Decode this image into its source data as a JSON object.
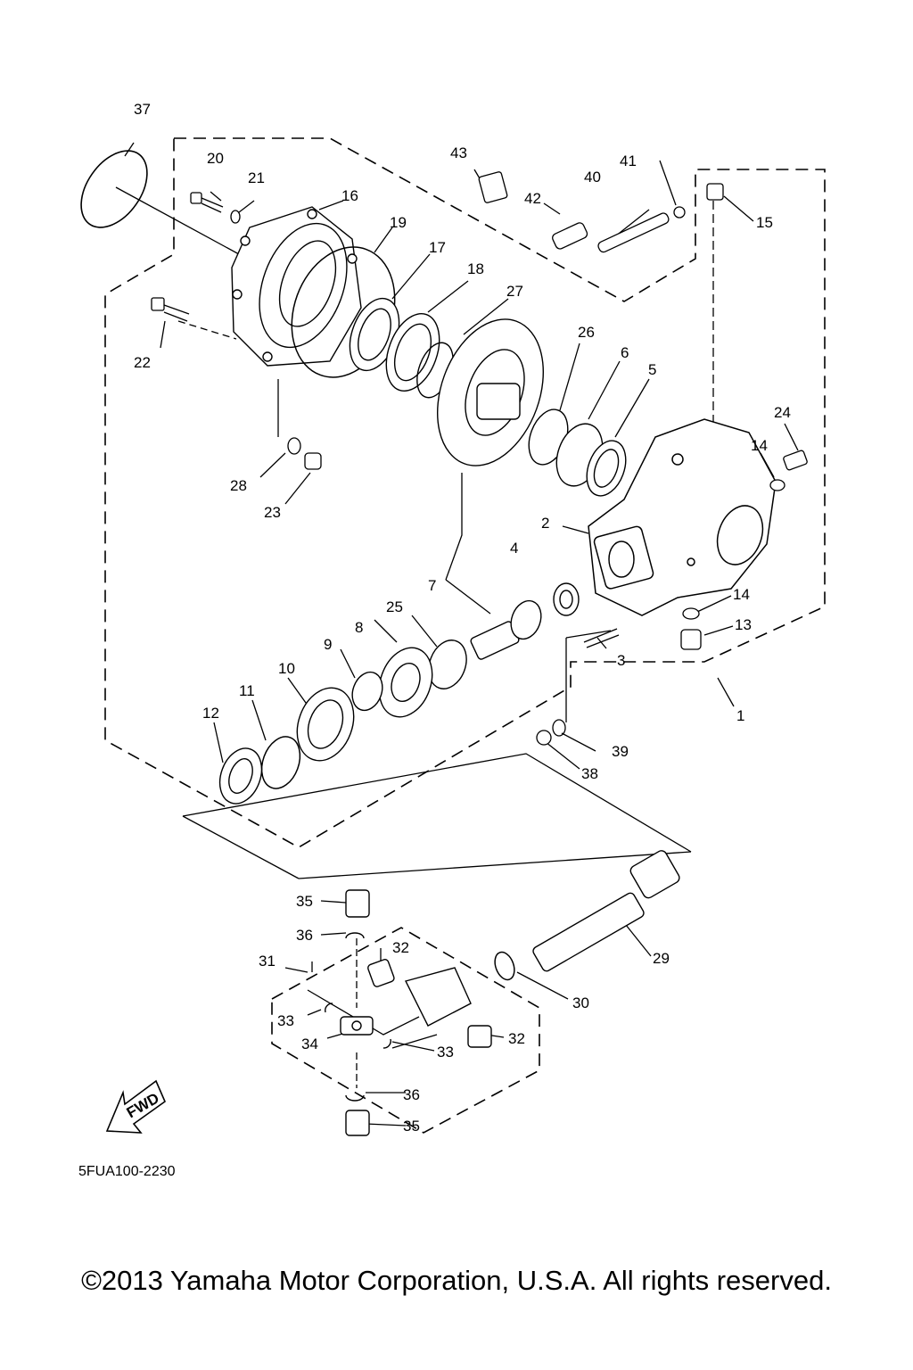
{
  "diagram": {
    "drawing_code": "5FUA100-2230",
    "fwd_label": "FWD",
    "copyright": "©2013 Yamaha Motor Corporation, U.S.A. All rights reserved.",
    "callouts": {
      "c1": "1",
      "c2": "2",
      "c3": "3",
      "c4": "4",
      "c5": "5",
      "c6": "6",
      "c7": "7",
      "c8": "8",
      "c9": "9",
      "c10": "10",
      "c11": "11",
      "c12": "12",
      "c13": "13",
      "c14a": "14",
      "c14b": "14",
      "c15": "15",
      "c16": "16",
      "c17": "17",
      "c18": "18",
      "c19": "19",
      "c20": "20",
      "c21": "21",
      "c22": "22",
      "c23": "23",
      "c24": "24",
      "c25": "25",
      "c26": "26",
      "c27": "27",
      "c28": "28",
      "c29": "29",
      "c30": "30",
      "c31": "31",
      "c32a": "32",
      "c32b": "32",
      "c33a": "33",
      "c33b": "33",
      "c34": "34",
      "c35a": "35",
      "c35b": "35",
      "c36a": "36",
      "c36b": "36",
      "c37": "37",
      "c38": "38",
      "c39": "39",
      "c40": "40",
      "c41": "41",
      "c42": "42",
      "c43": "43"
    }
  }
}
